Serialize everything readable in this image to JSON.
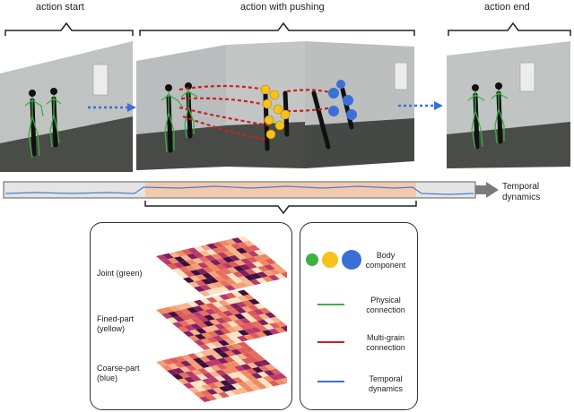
{
  "top_labels": {
    "action_start": "action start",
    "action_with_pushing": "action  with pushing",
    "action_end": "action end"
  },
  "timeline": {
    "temporal_dynamics": [
      "Temporal",
      "dynamics"
    ]
  },
  "heatmap_labels": {
    "joint": "Joint (green)",
    "fined_part": [
      "Fined-part",
      "(yellow)"
    ],
    "coarse_part": [
      "Coarse-part",
      "(blue)"
    ]
  },
  "legend": {
    "body_component": [
      "Body",
      "component"
    ],
    "physical_connection": [
      "Physical",
      "connection"
    ],
    "multi_grain_connection": [
      "Multi-grain",
      "connection"
    ],
    "temporal_dynamics": [
      "Temporal",
      "dynamics"
    ]
  },
  "colors": {
    "green": "#3cb043",
    "yellow": "#f7c21a",
    "blue": "#3a6fd8",
    "red": "#cc1f1f",
    "timeline_blue": "#4a7fd0",
    "highlight": "#f4c9ad",
    "arrow_gray": "#7a7a7a"
  },
  "icons": [
    "person-figure-icon",
    "whiteboard-icon",
    "arrow-right-icon"
  ]
}
